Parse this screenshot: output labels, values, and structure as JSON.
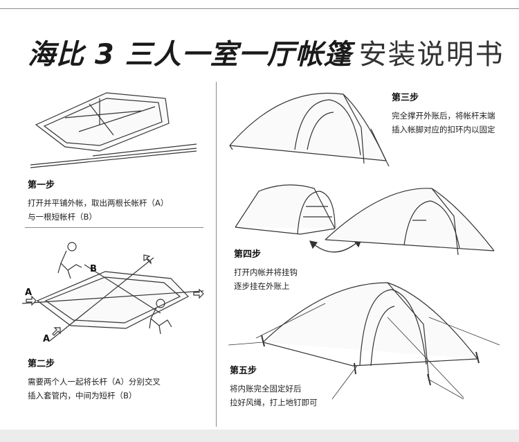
{
  "title": {
    "bold": "海比 3 三人一室一厅帐篷",
    "light": "安装说明书"
  },
  "steps": [
    {
      "heading": "第一步",
      "line1": "打开并平铺外帐，取出两根长帐杆（A）",
      "line2": "与一根短帐杆（B）"
    },
    {
      "heading": "第二步",
      "line1": "需要两个人一起将长杆（A）分别交叉",
      "line2": "插入套管内，中间为短杆（B）"
    },
    {
      "heading": "第三步",
      "line1": "完全撑开外账后，将帐杆末端",
      "line2": "插入帐脚对应的扣环内以固定"
    },
    {
      "heading": "第四步",
      "line1": "打开内帐并将挂钩",
      "line2": "逐步挂在外账上"
    },
    {
      "heading": "第五步",
      "line1": "将内账完全固定好后",
      "line2": "拉好风绳，打上地钉即可"
    }
  ],
  "pole_labels": {
    "a": "A",
    "b": "B"
  }
}
